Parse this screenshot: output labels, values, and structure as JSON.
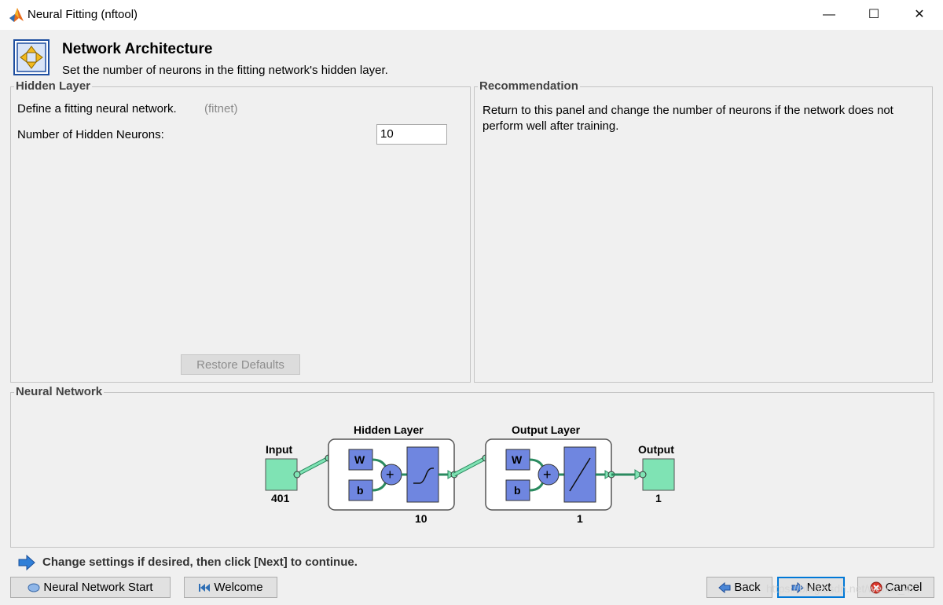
{
  "window": {
    "title": "Neural Fitting (nftool)",
    "controls": {
      "minimize": "—",
      "maximize": "☐",
      "close": "✕"
    }
  },
  "header": {
    "title": "Network Architecture",
    "subtitle": "Set the number of neurons in the fitting network's hidden layer."
  },
  "hidden_layer_panel": {
    "legend": "Hidden Layer",
    "define_text": "Define a fitting neural network.",
    "define_hint": "(fitnet)",
    "neurons_label": "Number of Hidden Neurons:",
    "neurons_value": "10",
    "restore_button": "Restore Defaults"
  },
  "recommendation_panel": {
    "legend": "Recommendation",
    "text": "Return to this panel and change the number of neurons if the network does not perform well after training."
  },
  "network_panel": {
    "legend": "Neural Network",
    "diagram": {
      "input_label": "Input",
      "input_size": "401",
      "hidden_title": "Hidden Layer",
      "hidden_size": "10",
      "output_title": "Output Layer",
      "output_size": "1",
      "output_label": "Output",
      "output_count": "1",
      "weight_label": "W",
      "bias_label": "b",
      "sum_symbol": "+"
    }
  },
  "hint": "Change settings  if desired, then click [Next] to continue.",
  "buttons": {
    "nn_start": "Neural Network Start",
    "welcome": "Welcome",
    "back": "Back",
    "next": "Next",
    "cancel": "Cancel"
  },
  "watermark": "https://blog.csdn.net/weixin_4..."
}
